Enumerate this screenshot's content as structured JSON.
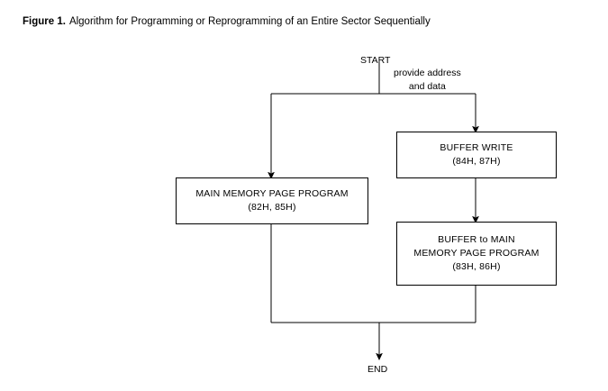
{
  "figure": {
    "caption_label": "Figure 1.",
    "caption_text": "Algorithm for Programming or Reprogramming of an Entire Sector Sequentially"
  },
  "diagram": {
    "type": "flowchart",
    "start_label": "START",
    "end_label": "END",
    "annotation": {
      "line1": "provide address",
      "line2": "and data"
    },
    "nodes": [
      {
        "id": "main-memory-page-program",
        "line1": "MAIN MEMORY PAGE PROGRAM",
        "line2": "(82H, 85H)"
      },
      {
        "id": "buffer-write",
        "line1": "BUFFER WRITE",
        "line2": "(84H, 87H)"
      },
      {
        "id": "buffer-to-main-memory-page-program",
        "line1": "BUFFER to MAIN",
        "line2": "MEMORY PAGE PROGRAM",
        "line3": "(83H, 86H)"
      }
    ]
  },
  "colors": {
    "background": "#ffffff",
    "stroke": "#000000",
    "text": "#000000"
  }
}
